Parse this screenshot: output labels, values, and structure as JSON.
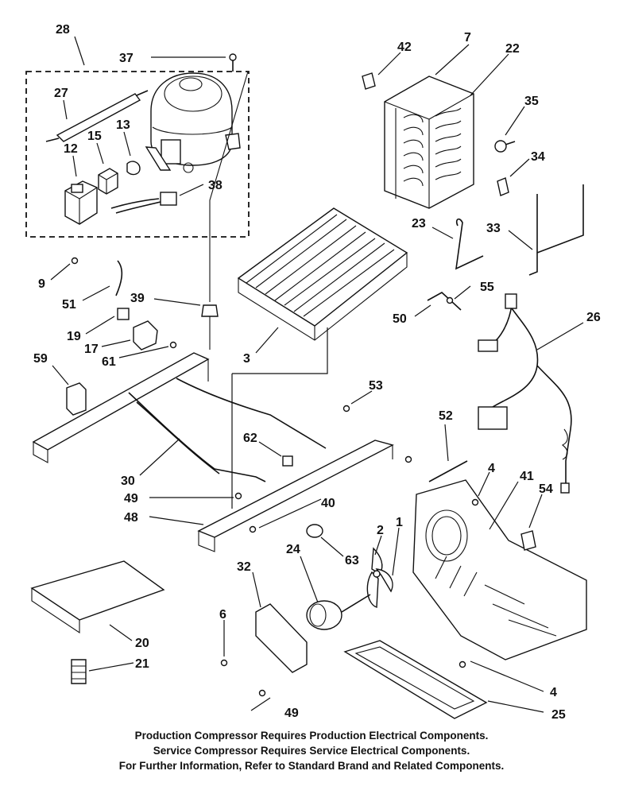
{
  "callouts": {
    "c28": "28",
    "c37": "37",
    "c27": "27",
    "c15": "15",
    "c13": "13",
    "c12": "12",
    "c38": "38",
    "c42": "42",
    "c7": "7",
    "c22": "22",
    "c35": "35",
    "c34": "34",
    "c33": "33",
    "c23": "23",
    "c55": "55",
    "c50": "50",
    "c26": "26",
    "c9": "9",
    "c51": "51",
    "c39": "39",
    "c19": "19",
    "c17": "17",
    "c61": "61",
    "c3": "3",
    "c59": "59",
    "c53": "53",
    "c52": "52",
    "c62": "62",
    "c30": "30",
    "c4a": "4",
    "c41": "41",
    "c54": "54",
    "c49a": "49",
    "c40": "40",
    "c48": "48",
    "c2": "2",
    "c1": "1",
    "c63": "63",
    "c24": "24",
    "c32": "32",
    "c6": "6",
    "c20": "20",
    "c21": "21",
    "c49b": "49",
    "c4b": "4",
    "c25": "25"
  },
  "notes": [
    "Production Compressor Requires Production Electrical Components.",
    "Service Compressor Requires Service Electrical Components.",
    "For Further Information, Refer to Standard Brand and Related Components."
  ]
}
